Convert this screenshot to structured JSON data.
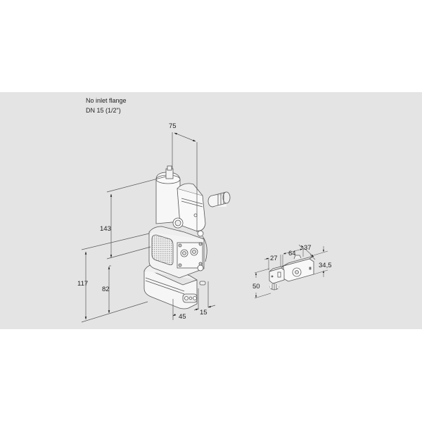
{
  "caption": {
    "line1": "No inlet flange",
    "line2": "DN 15 (1/2\")"
  },
  "main_view": {
    "dimensions": {
      "width_top": "75",
      "height_total": "143",
      "height_lower": "117",
      "height_base": "82",
      "depth_bottom": "45",
      "offset_bottom": "15"
    }
  },
  "detail_view": {
    "dimensions": {
      "a": "27",
      "b": "64",
      "c": "37",
      "height_right": "34,5",
      "height_left": "50"
    }
  },
  "colors": {
    "band": "#e4e4e4",
    "line": "#555555",
    "body_fill": "#f4f4f4",
    "mesh": "#b0b0b0"
  }
}
